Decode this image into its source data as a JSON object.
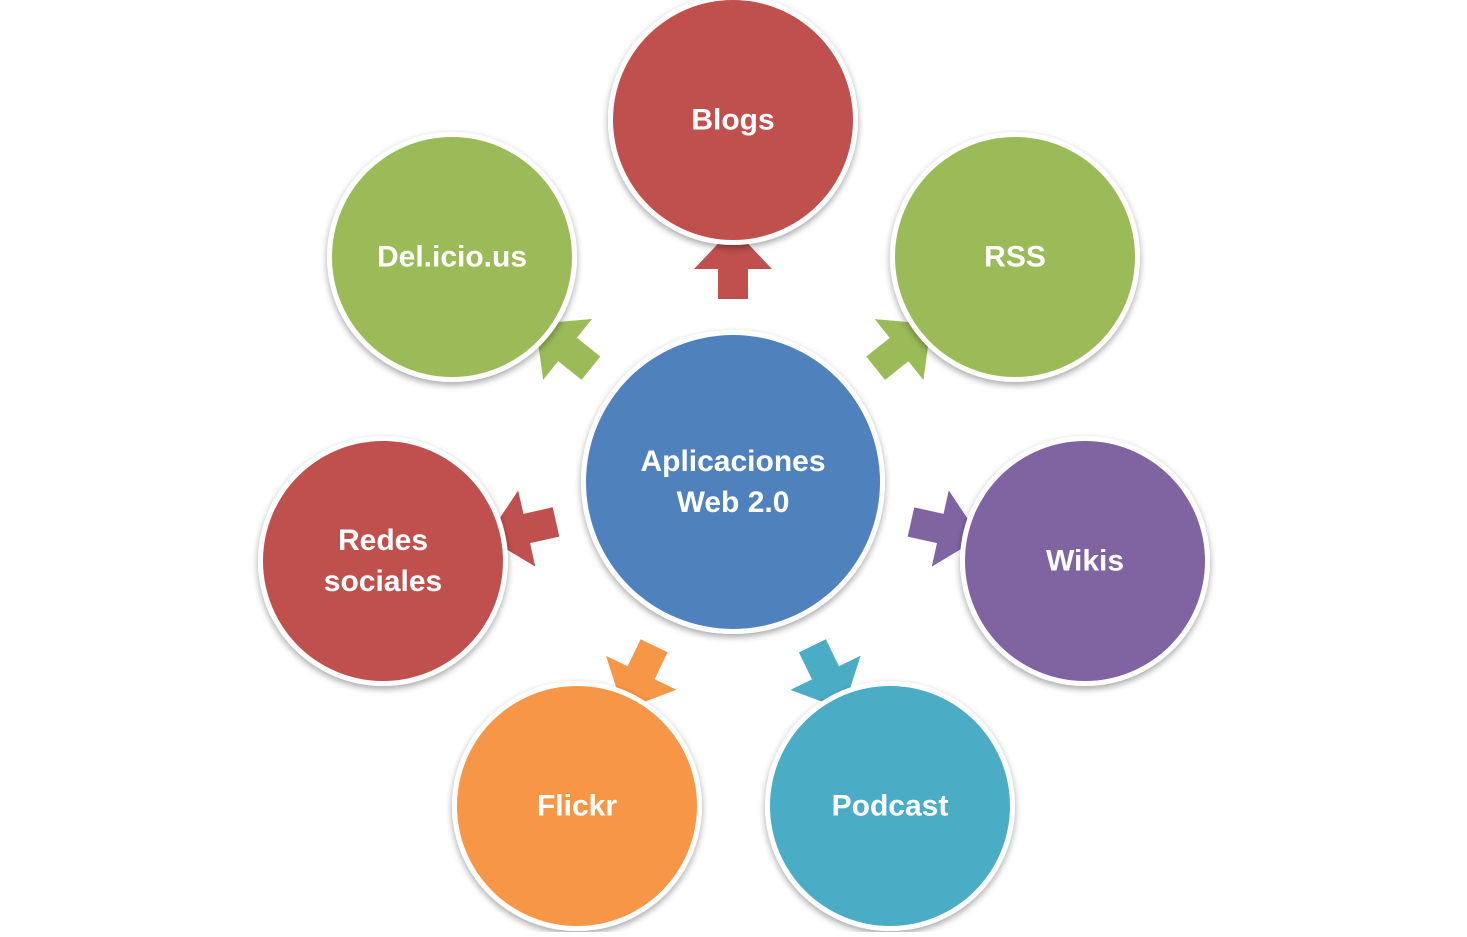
{
  "center": {
    "label_lines": [
      "Aplicaciones",
      "Web 2.0"
    ],
    "color": "#4F81BD"
  },
  "nodes": [
    {
      "id": "blogs",
      "label_lines": [
        "Blogs"
      ],
      "color": "#C0504D"
    },
    {
      "id": "rss",
      "label_lines": [
        "RSS"
      ],
      "color": "#9BBB59"
    },
    {
      "id": "wikis",
      "label_lines": [
        "Wikis"
      ],
      "color": "#8064A2"
    },
    {
      "id": "podcast",
      "label_lines": [
        "Podcast"
      ],
      "color": "#4BACC6"
    },
    {
      "id": "flickr",
      "label_lines": [
        "Flickr"
      ],
      "color": "#F79646"
    },
    {
      "id": "redes-sociales",
      "label_lines": [
        "Redes",
        "sociales"
      ],
      "color": "#C0504D"
    },
    {
      "id": "delicious",
      "label_lines": [
        "Del.icio.us"
      ],
      "color": "#9BBB59"
    }
  ]
}
